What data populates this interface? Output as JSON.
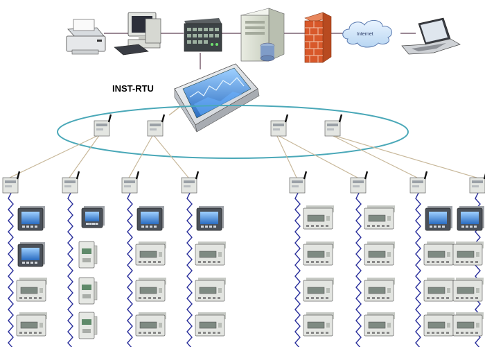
{
  "diagram": {
    "rtu_label": "INST-RTU",
    "internet_label": "Internet",
    "top_devices": [
      {
        "icon": "printer-icon"
      },
      {
        "icon": "desktop-computer-icon"
      },
      {
        "icon": "network-switch-icon"
      },
      {
        "icon": "server-icon"
      },
      {
        "icon": "firewall-icon"
      },
      {
        "icon": "internet-cloud-icon"
      },
      {
        "icon": "laptop-icon"
      }
    ],
    "ring_nodes": [
      {
        "icon": "wireless-gateway-icon"
      },
      {
        "icon": "wireless-gateway-icon"
      },
      {
        "icon": "wireless-gateway-icon"
      },
      {
        "icon": "wireless-gateway-icon"
      }
    ],
    "columns": [
      {
        "devices": [
          "screen-meter",
          "screen-meter",
          "din-meter",
          "din-meter"
        ]
      },
      {
        "devices": [
          "screen-meter-small",
          "rail-module",
          "rail-module",
          "rail-module"
        ]
      },
      {
        "devices": [
          "screen-meter",
          "din-meter",
          "din-meter",
          "din-meter"
        ]
      },
      {
        "devices": [
          "screen-meter",
          "din-meter",
          "din-meter",
          "din-meter"
        ]
      },
      {
        "devices": [
          "din-meter",
          "din-meter",
          "din-meter",
          "din-meter"
        ]
      },
      {
        "devices": [
          "din-meter",
          "din-meter",
          "din-meter",
          "din-meter"
        ]
      },
      {
        "devices": [
          "screen-meter",
          "din-meter",
          "din-meter",
          "din-meter"
        ]
      },
      {
        "devices": [
          "screen-meter",
          "din-meter",
          "din-meter",
          "din-meter"
        ]
      }
    ],
    "colors": {
      "ring": "#4aa8b8",
      "bus": "#2a2f9c",
      "link": "#c8b89a",
      "cable": "#7a6070",
      "firewall": "#d8582a",
      "rtu_screen": "#3a7fd0"
    }
  }
}
